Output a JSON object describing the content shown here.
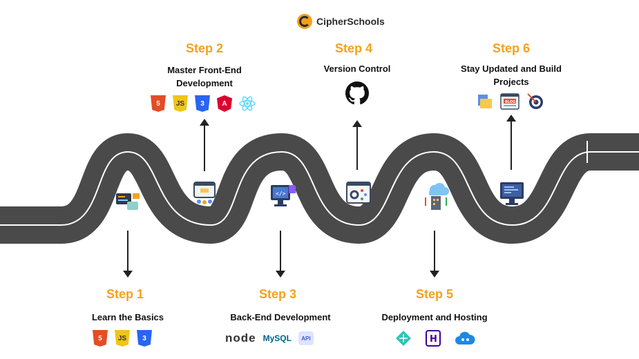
{
  "brand": {
    "name": "CipherSchools"
  },
  "steps": [
    {
      "step": "Step 1",
      "title": "Learn the Basics",
      "icons": [
        "html5-icon",
        "javascript-icon",
        "css3-icon"
      ]
    },
    {
      "step": "Step 2",
      "title": "Master Front-End Development",
      "icons": [
        "html5-icon",
        "javascript-icon",
        "css3-icon",
        "angular-icon",
        "react-icon"
      ]
    },
    {
      "step": "Step 3",
      "title": "Back-End Development",
      "icons": [
        "nodejs-logo",
        "mysql-logo",
        "api-icon"
      ]
    },
    {
      "step": "Step 4",
      "title": "Version Control",
      "icons": [
        "github-icon"
      ]
    },
    {
      "step": "Step 5",
      "title": "Deployment and Hosting",
      "icons": [
        "netlify-icon",
        "heroku-icon",
        "cloud-icon"
      ]
    },
    {
      "step": "Step 6",
      "title": "Stay Updated and Build Projects",
      "icons": [
        "folder-icon",
        "blog-icon",
        "target-icon"
      ]
    }
  ],
  "logos": {
    "html": "5",
    "js": "JS",
    "css": "3",
    "angular": "A",
    "node": "node",
    "mysql": "MySQL",
    "api": "API",
    "heroku": "H",
    "blog": "BLOG"
  },
  "colors": {
    "accent": "#f7a11a",
    "road": "#4a4a4a",
    "road_line": "#ffffff"
  }
}
